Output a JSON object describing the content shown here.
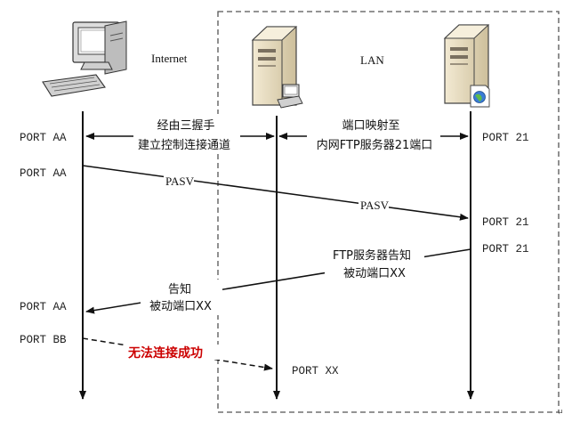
{
  "zones": {
    "internet_label": "Internet",
    "lan_label": "LAN"
  },
  "nodes": {
    "client": {
      "icon": "desktop-computer-icon"
    },
    "gateway": {
      "icon": "server-with-computer-icon"
    },
    "ftp_server": {
      "icon": "server-with-globe-icon"
    }
  },
  "ports": {
    "client_aa_1": "PORT AA",
    "client_aa_2": "PORT AA",
    "client_aa_3": "PORT AA",
    "client_bb": "PORT BB",
    "server_21_1": "PORT 21",
    "server_21_2": "PORT 21",
    "server_21_3": "PORT 21",
    "gateway_xx": "PORT XX"
  },
  "messages": {
    "control_line1": "经由三握手",
    "control_line2": "建立控制连接通道",
    "mapping_line1": "端口映射至",
    "mapping_line2": "内网FTP服务器21端口",
    "pasv_1": "PASV",
    "pasv_2": "PASV",
    "ftp_notify_line1": "FTP服务器告知",
    "ftp_notify_line2": "被动端口XX",
    "notify_line1": "告知",
    "notify_line2": "被动端口XX",
    "fail": "无法连接成功"
  },
  "colors": {
    "line": "#111111",
    "fail_text": "#cc0000",
    "lan_border": "#555555",
    "server_body": "#e8dcc0"
  }
}
